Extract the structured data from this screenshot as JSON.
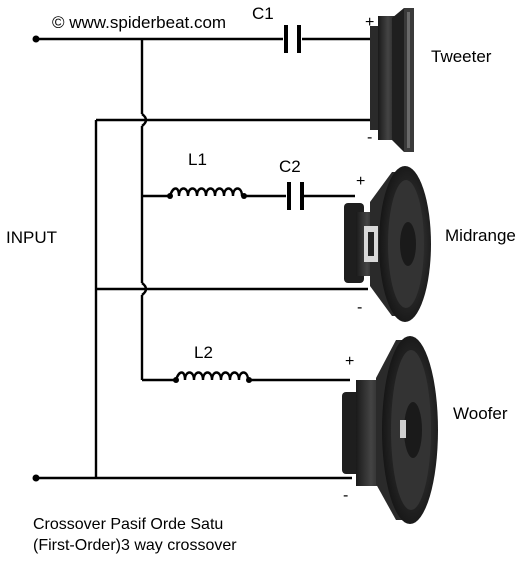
{
  "watermark": "© www.spiderbeat.com",
  "input_label": "INPUT",
  "components": {
    "c1": "C1",
    "c2": "C2",
    "l1": "L1",
    "l2": "L2"
  },
  "speakers": {
    "tweeter": {
      "label": "Tweeter",
      "plus": "+",
      "minus": "-"
    },
    "midrange": {
      "label": "Midrange",
      "plus": "+",
      "minus": "-"
    },
    "woofer": {
      "label": "Woofer",
      "plus": "+",
      "minus": "-"
    }
  },
  "caption": {
    "line1": "Crossover Pasif Orde Satu",
    "line2": "(First-Order)3 way crossover"
  }
}
